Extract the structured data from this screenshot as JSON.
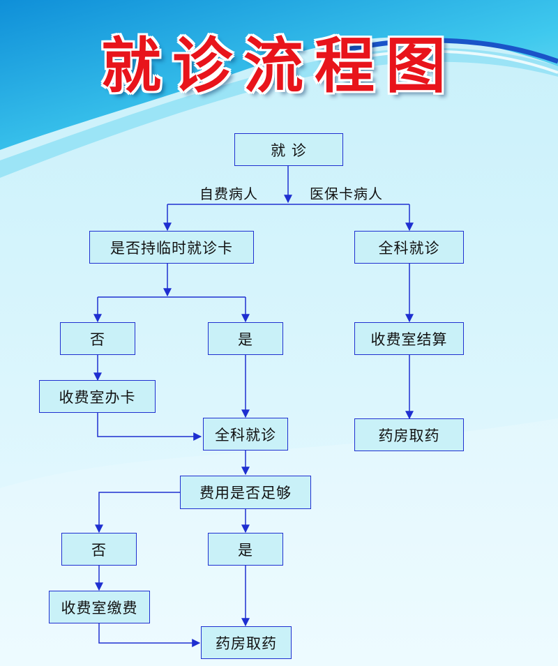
{
  "title": "就诊流程图",
  "colors": {
    "title": "#e8141b",
    "box_border": "#1e2fd0",
    "box_fill": "#c9f1f8",
    "arrow": "#1e2fd0",
    "background": "#dff6fb",
    "accent_wave": "#1aa9e6"
  },
  "nodes": {
    "visit": "就 诊",
    "has_temp_card": "是否持临时就诊卡",
    "general_right": "全科就诊",
    "no_card": "否",
    "yes_card": "是",
    "settle_right": "收费室结算",
    "issue_card": "收费室办卡",
    "general_mid": "全科就诊",
    "pharmacy_right": "药房取药",
    "fee_enough": "费用是否足够",
    "no_fee": "否",
    "yes_fee": "是",
    "pay_fee": "收费室缴费",
    "pharmacy_bottom": "药房取药"
  },
  "edge_labels": {
    "self_pay": "自费病人",
    "insurance": "医保卡病人"
  }
}
